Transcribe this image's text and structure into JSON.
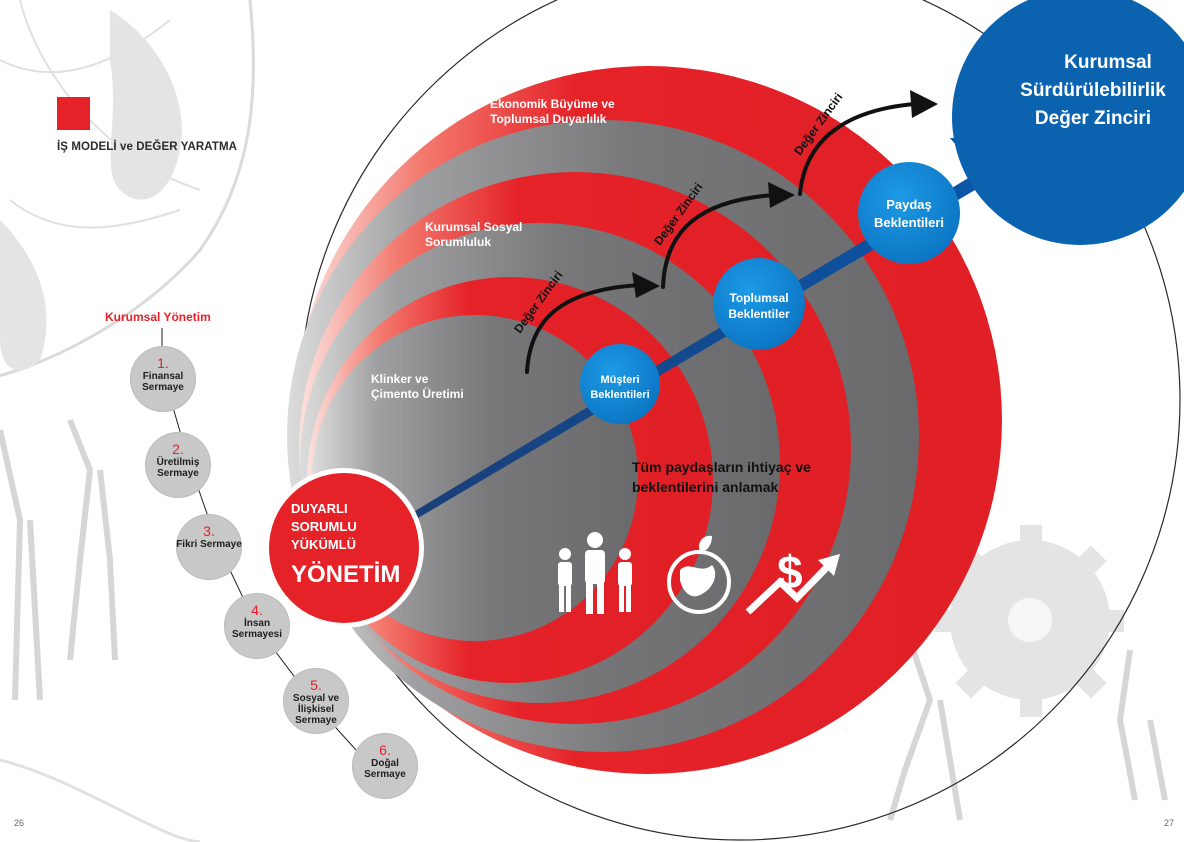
{
  "page": {
    "section_title": "İŞ MODELİ ve DEĞER YARATMA",
    "page_left": "26",
    "page_right": "27"
  },
  "governance": {
    "title": "Kurumsal Yönetim",
    "capitals": [
      {
        "num": "1.",
        "label": "Finansal Sermaye"
      },
      {
        "num": "2.",
        "label": "Üretilmiş Sermaye"
      },
      {
        "num": "3.",
        "label": "Fikri Sermaye"
      },
      {
        "num": "4.",
        "label": "İnsan Sermayesi"
      },
      {
        "num": "5.",
        "label": "Sosyal ve İlişkisel Sermaye"
      },
      {
        "num": "6.",
        "label": "Doğal Sermaye"
      }
    ]
  },
  "rings": {
    "outer": "Ekonomik Büyüme ve Toplumsal Duyarlılık",
    "middle": "Kurumsal Sosyal Sorumluluk",
    "inner": "Klinker ve Çimento Üretimi"
  },
  "core": {
    "line1": "DUYARLI",
    "line2": "SORUMLU",
    "line3": "YÜKÜMLÜ",
    "line4": "YÖNETİM"
  },
  "value_chain": {
    "label": "Değer Zinciri",
    "labels": [
      "Değer Zinciri",
      "Değer Zinciri",
      "Değer Zinciri"
    ]
  },
  "expectations": {
    "customer": "Müşteri Beklentileri",
    "society": "Toplumsal Beklentiler",
    "stakeholder": "Paydaş Beklentileri"
  },
  "statement": "Tüm paydaşların ihtiyaç ve beklentilerini anlamak",
  "goal": {
    "line1": "Kurumsal",
    "line2": "Sürdürülebilirlik",
    "line3": "Değer Zinciri"
  },
  "icons": [
    "people-icon",
    "globe-icon",
    "dollar-growth-icon"
  ],
  "colors": {
    "red": "#e52228",
    "gray": "#7d7d7f",
    "blue": "#0b63b0",
    "light_blue": "#0d84d4",
    "dark": "#1e1e1e"
  }
}
